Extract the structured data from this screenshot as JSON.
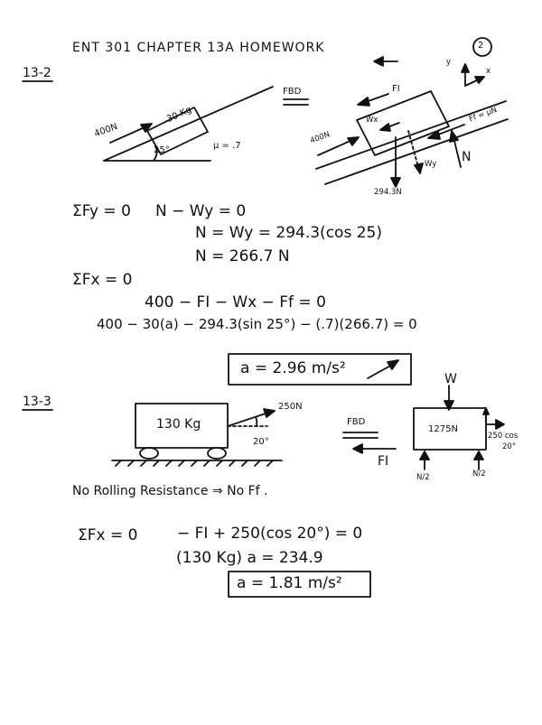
{
  "header": {
    "title": "ENT 301   CHAPTER 13A  HOMEWORK",
    "page_number": "2"
  },
  "problem_13_2": {
    "label": "13-2",
    "sketch": {
      "force": "400N",
      "mass": "30 Kg",
      "angle": "25°",
      "mu": "μ = .7"
    },
    "fbd": {
      "label": "FBD",
      "force": "400N",
      "fi": "FI",
      "wx": "Wx",
      "wy": "Wy",
      "n": "N",
      "ff": "Ff = μN",
      "weight": "294.3N",
      "axis_y": "y",
      "axis_x": "x"
    },
    "equations": {
      "sum_fy": "ΣFy = 0",
      "n_line1": "N − Wy = 0",
      "n_line2": "N = Wy = 294.3(cos 25)",
      "n_line3": "N =  266.7 N",
      "sum_fx": "ΣFx = 0",
      "fx_line1": "400 − FI − Wx − Ff = 0",
      "fx_line2": "400 − 30(a) − 294.3(sin 25°) − (.7)(266.7) = 0",
      "answer": "a = 2.96 m/s²"
    }
  },
  "problem_13_3": {
    "label": "13-3",
    "sketch": {
      "mass": "130 Kg",
      "force": "250N",
      "angle": "20°"
    },
    "fbd": {
      "label": "FBD",
      "w": "W",
      "weight": "1275N",
      "fi": "FI",
      "n_left": "N/2",
      "n_right": "N/2",
      "pull_line1": "250 cos",
      "pull_line2": "20°"
    },
    "note": "No Rolling Resistance ⇒ No Ff .",
    "equations": {
      "sum_fx": "ΣFx = 0",
      "line1": "− FI + 250(cos 20°) = 0",
      "line2": "(130 Kg) a = 234.9",
      "answer": "a = 1.81 m/s²"
    }
  }
}
